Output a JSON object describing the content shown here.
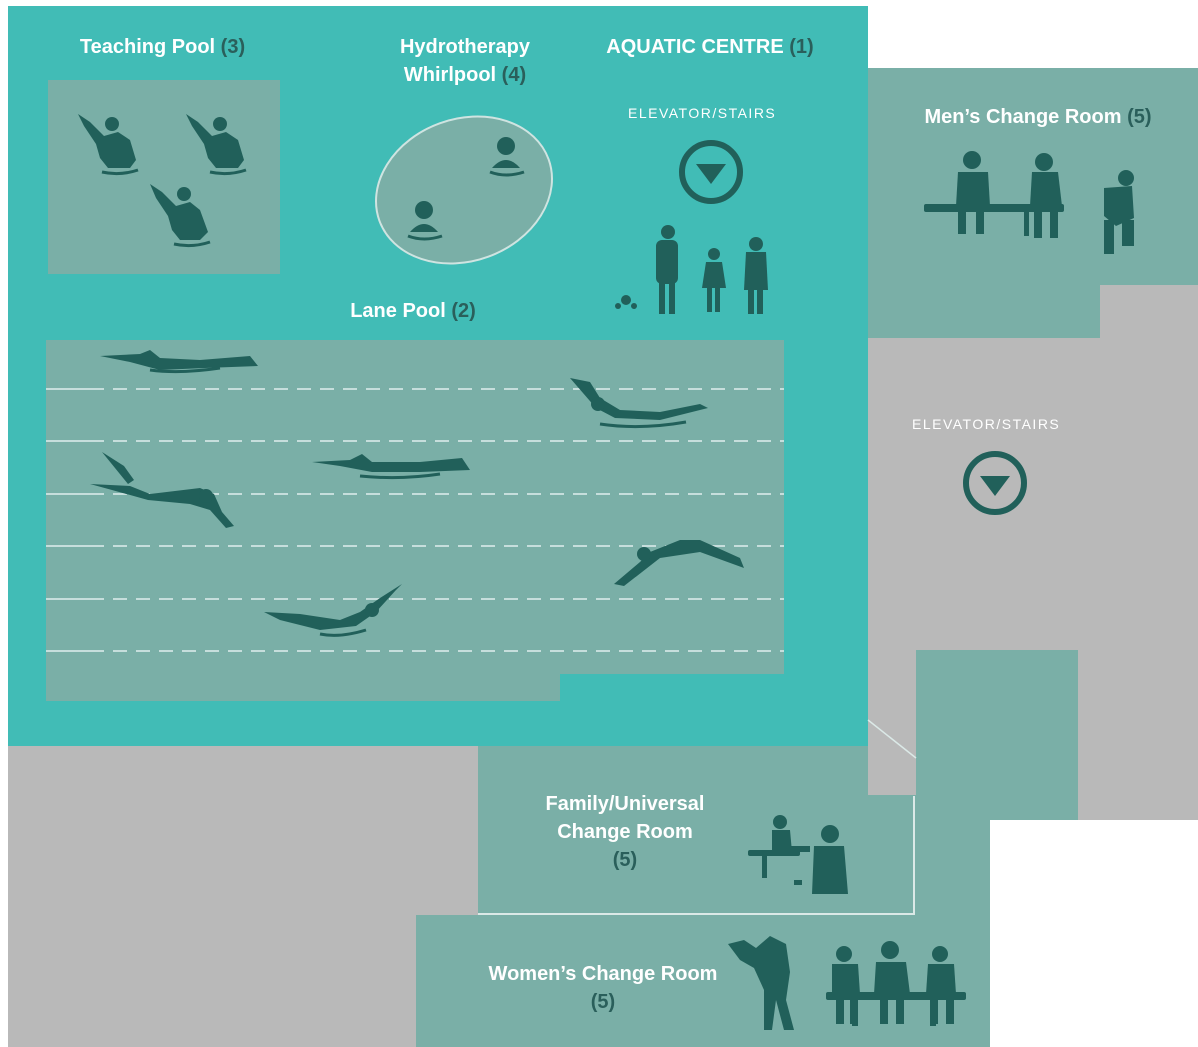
{
  "colors": {
    "aquatic": "#41bcb6",
    "pool": "#7aafa7",
    "room": "#7aafa7",
    "grey": "#b9b9b9",
    "silhouette": "#21605a",
    "label_number": "#2a5f5b",
    "white": "#ffffff"
  },
  "aquatic_centre": {
    "name": "AQUATIC CENTRE",
    "number": "(1)"
  },
  "lane_pool": {
    "name": "Lane Pool",
    "number": "(2)"
  },
  "teaching_pool": {
    "name": "Teaching Pool",
    "number": "(3)"
  },
  "whirlpool": {
    "line1": "Hydrotherapy",
    "line2": "Whirlpool",
    "number": "(4)"
  },
  "mens_change": {
    "name": "Men’s Change Room",
    "number": "(5)"
  },
  "family_change": {
    "line1": "Family/Universal",
    "line2": "Change Room",
    "number": "(5)"
  },
  "womens_change": {
    "name": "Women’s Change Room",
    "number": "(5)"
  },
  "elevator_1": {
    "label": "ELEVATOR/STAIRS",
    "icon": "down-arrow-circle-icon"
  },
  "elevator_2": {
    "label": "ELEVATOR/STAIRS",
    "icon": "down-arrow-circle-icon"
  }
}
